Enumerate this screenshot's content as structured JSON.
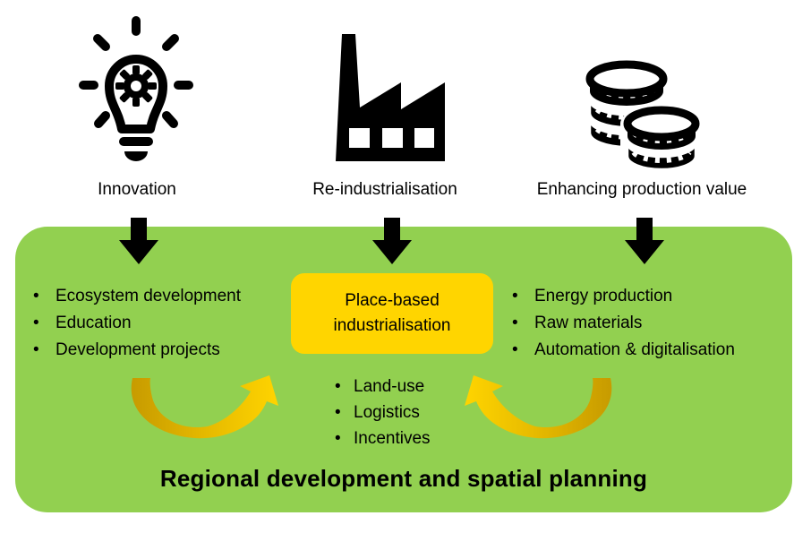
{
  "colors": {
    "panel-green": "#92D050",
    "box-yellow": "#FFD500",
    "gold-dark": "#C79B00",
    "gold-mid": "#E8BC00",
    "gold-bright": "#FFD400",
    "ink": "#000000"
  },
  "icons": {
    "pillar_1": "lightbulb-gear-icon",
    "pillar_2": "factory-icon",
    "pillar_3": "coins-stack-icon",
    "flow": "black-down-arrow-icon",
    "feedback": "gold-curved-swoosh-arrow-icon"
  },
  "top_row": {
    "items": [
      {
        "icon": "lightbulb-gear-icon",
        "label": "Innovation"
      },
      {
        "icon": "factory-icon",
        "label": "Re-industrialisation"
      },
      {
        "icon": "coins-stack-icon",
        "label": "Enhancing production value"
      }
    ]
  },
  "panel": {
    "left_list": [
      "Ecosystem development",
      "Education",
      "Development projects"
    ],
    "center_box_label": "Place-based industrialisation",
    "center_list": [
      "Land-use",
      "Logistics",
      "Incentives"
    ],
    "right_list": [
      "Energy production",
      "Raw materials",
      "Automation & digitalisation"
    ],
    "title": "Regional development and spatial planning"
  }
}
